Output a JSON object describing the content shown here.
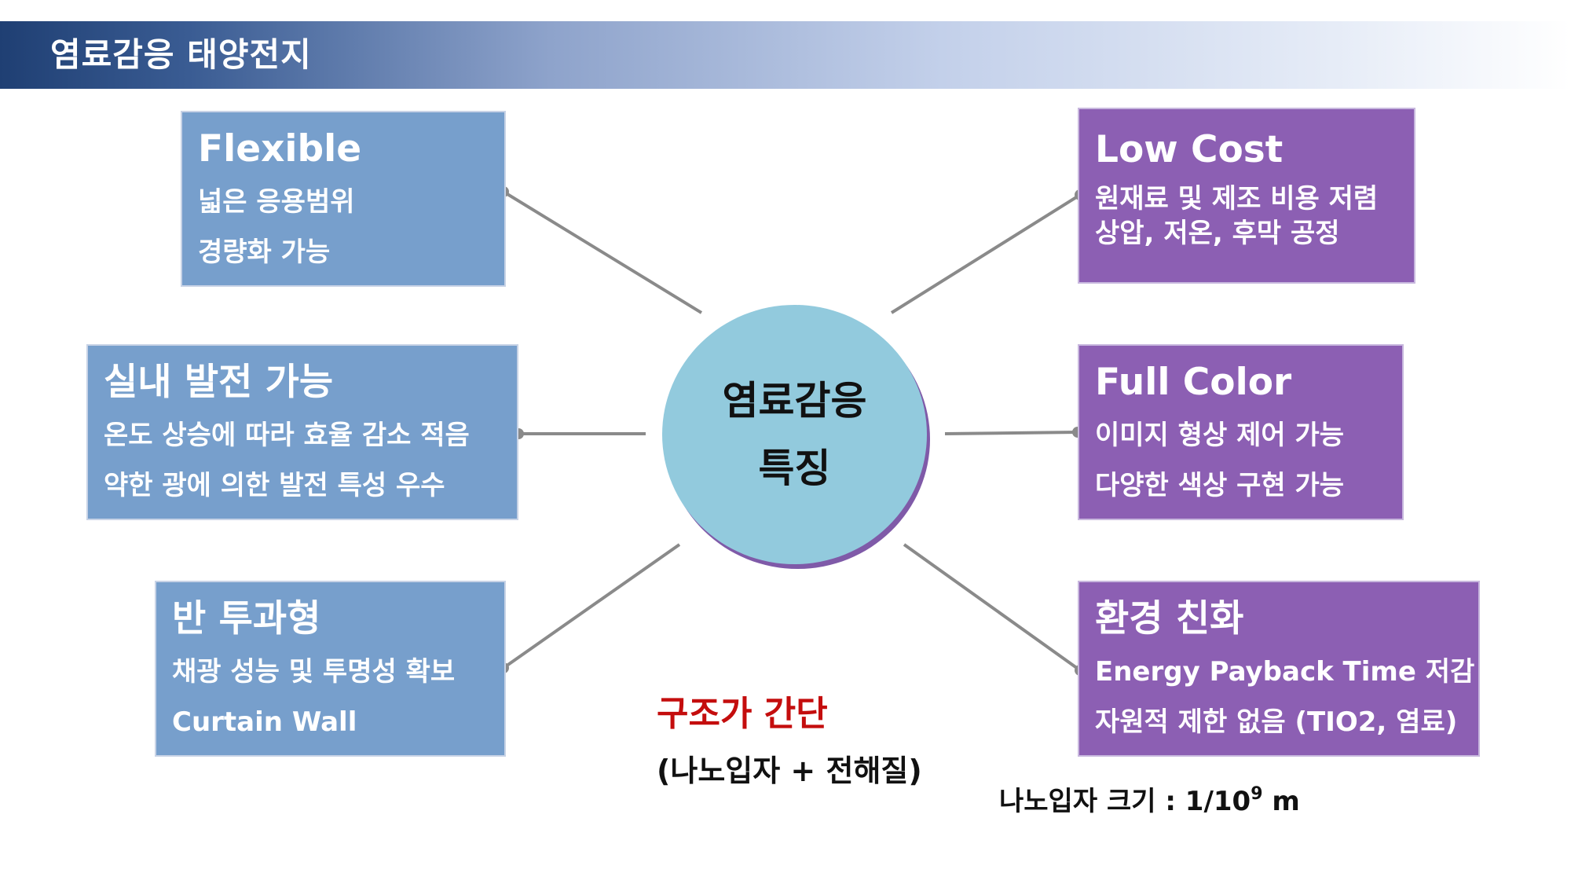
{
  "title": "염료감응 태양전지",
  "center": {
    "line1": "염료감응",
    "line2": "특징"
  },
  "boxes": {
    "flexible": {
      "heading": "Flexible",
      "lines": [
        "넓은 응용범위",
        "경량화 가능"
      ]
    },
    "indoor": {
      "heading": "실내 발전 가능",
      "lines": [
        "온도 상승에 따라 효율 감소 적음",
        "약한 광에 의한 발전 특성 우수"
      ]
    },
    "semi_transparent": {
      "heading": "반 투과형",
      "lines": [
        "채광 성능 및 투명성 확보",
        "Curtain Wall"
      ]
    },
    "low_cost": {
      "heading": "Low Cost",
      "lines": [
        "원재료 및 제조 비용 저렴",
        "상압, 저온, 후막 공정"
      ]
    },
    "full_color": {
      "heading": "Full Color",
      "lines": [
        "이미지 형상 제어 가능",
        "다양한 색상 구현 가능"
      ]
    },
    "eco": {
      "heading": "환경 친화",
      "lines": [
        "Energy Payback Time 저감",
        "자원적 제한 없음 (TIO2, 염료)"
      ]
    }
  },
  "notes": {
    "structure": "구조가 간단",
    "composition": "(나노입자 + 전해질)",
    "nanoparticle_size_label": "나노입자 크기 : 1/10",
    "nanoparticle_size_exp": "9",
    "nanoparticle_size_unit": " m"
  },
  "colors": {
    "blue_box": "#779fcc",
    "purple_box": "#8c5fb3",
    "center_circle": "#92cadd",
    "accent_red": "#c40d0d",
    "connector": "#8a8a8a"
  }
}
